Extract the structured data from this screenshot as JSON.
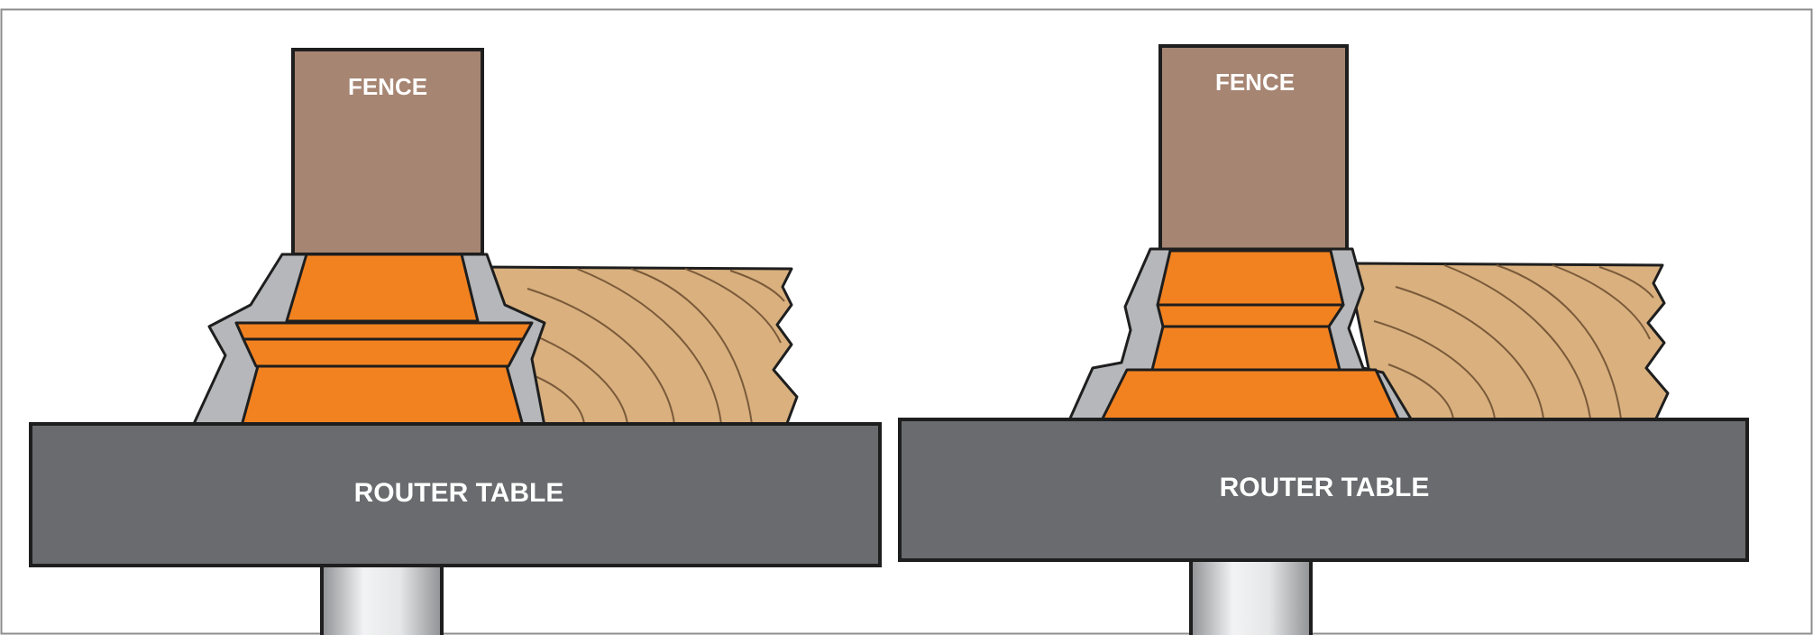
{
  "panels": [
    {
      "id": "left",
      "fence_label": "FENCE",
      "table_label": "ROUTER TABLE"
    },
    {
      "id": "right",
      "fence_label": "FENCE",
      "table_label": "ROUTER TABLE"
    }
  ],
  "colors": {
    "fence": "#a68572",
    "table": "#696b6e",
    "cutter": "#f28220",
    "cutter_edge": "#b5b7ba",
    "wood": "#d9b07e",
    "wood_grain": "#7a5a3a",
    "shaft": "#c9cbce",
    "outline": "#1e1e1e"
  }
}
